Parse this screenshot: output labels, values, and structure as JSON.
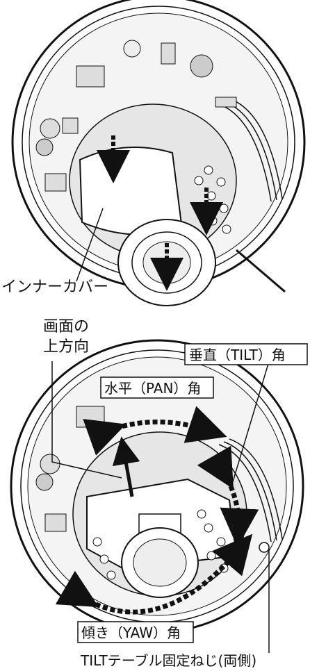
{
  "top_figure": {
    "inner_cover_label": "インナーカバー"
  },
  "bottom_figure": {
    "screen_up_label_line1": "画面の",
    "screen_up_label_line2": "上方向",
    "tilt_label": "垂直（TILT）角",
    "pan_label": "水平（PAN）角",
    "yaw_label": "傾き（YAW）角",
    "tilt_screw_label": "TILTテーブル固定ねじ(両側)"
  }
}
